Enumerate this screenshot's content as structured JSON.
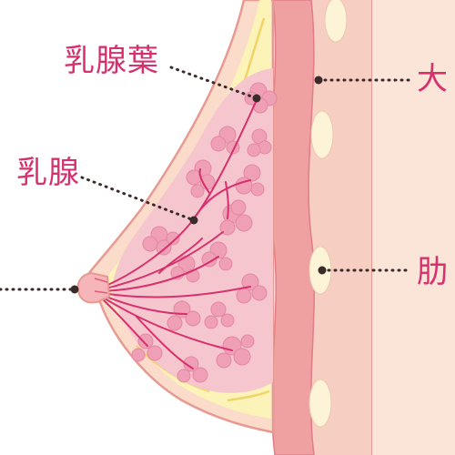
{
  "labels": {
    "mammary_lobule": "乳腺葉",
    "mammary_gland": "乳腺",
    "right_top_partial": "大",
    "right_mid_partial": "肋"
  },
  "colors": {
    "label_text": "#d6306e",
    "skin_fill": "#fbdccb",
    "skin_outline": "#e79a92",
    "fat_fill": "#fbf3b8",
    "gland_fill": "#f6c6cf",
    "lobule_fill": "#ef9fb6",
    "duct": "#d6306e",
    "muscle_fill": "#efa0a0",
    "chest_wall_fill": "#f7cfc2",
    "rib_fill": "#fdf3d6",
    "leader_line": "#3b2a2a"
  },
  "icons": {
    "nipple": "nipple-icon",
    "rib": "rib-icon",
    "lobule": "lobule-icon"
  }
}
